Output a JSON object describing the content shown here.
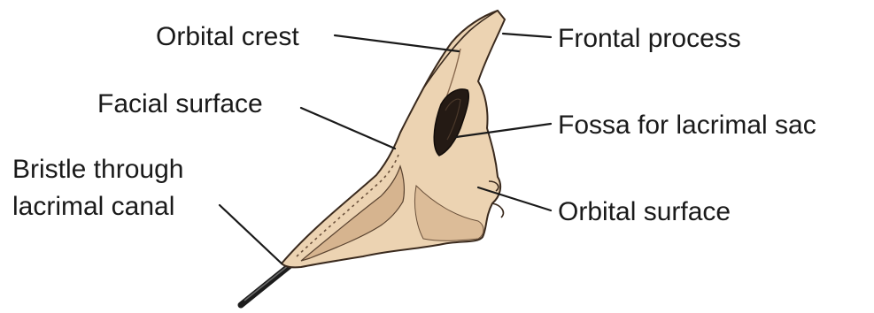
{
  "figure": {
    "subject": "lacrimal bone",
    "labels": {
      "orbital_crest": "Orbital crest",
      "frontal_process": "Frontal process",
      "facial_surface": "Facial surface",
      "fossa_lacrimal_sac": "Fossa for lacrimal sac",
      "bristle_line1": "Bristle through",
      "bristle_line2": "lacrimal canal",
      "orbital_surface": "Orbital surface"
    },
    "colors": {
      "bone_fill": "#ecd3b2",
      "bone_shadow": "#c9a887",
      "bone_outline": "#3a2a1e",
      "fossa_dark": "#241a14",
      "bristle": "#1c1c1c",
      "text": "#1a1a1a"
    }
  }
}
